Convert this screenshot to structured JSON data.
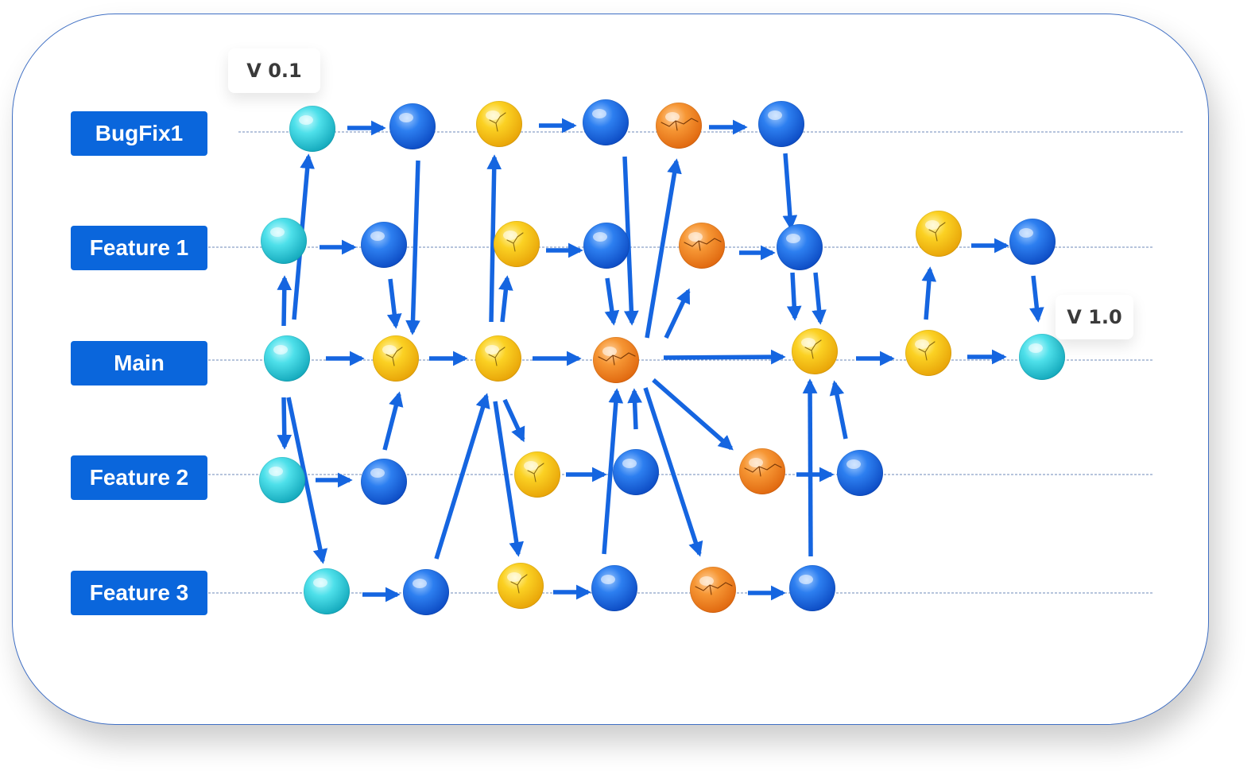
{
  "branches": [
    {
      "key": "bugfix1",
      "label": "BugFix1"
    },
    {
      "key": "feature1",
      "label": "Feature 1"
    },
    {
      "key": "main",
      "label": "Main"
    },
    {
      "key": "feature2",
      "label": "Feature 2"
    },
    {
      "key": "feature3",
      "label": "Feature 3"
    }
  ],
  "versions": {
    "start": "V 0.1",
    "end": "V 1.0"
  },
  "colors": {
    "label_bg": "#0a66dc",
    "arrow": "#1565e0",
    "lane_line": "#6d8ab8",
    "cyan": "#40d8e2",
    "blue": "#1a72e6",
    "yellow": "#f6c21a",
    "orange": "#f0892a"
  },
  "commit_types": {
    "cyan": "start-commit",
    "blue": "commit",
    "yellow": "cracked-commit",
    "orange": "broken-commit"
  }
}
